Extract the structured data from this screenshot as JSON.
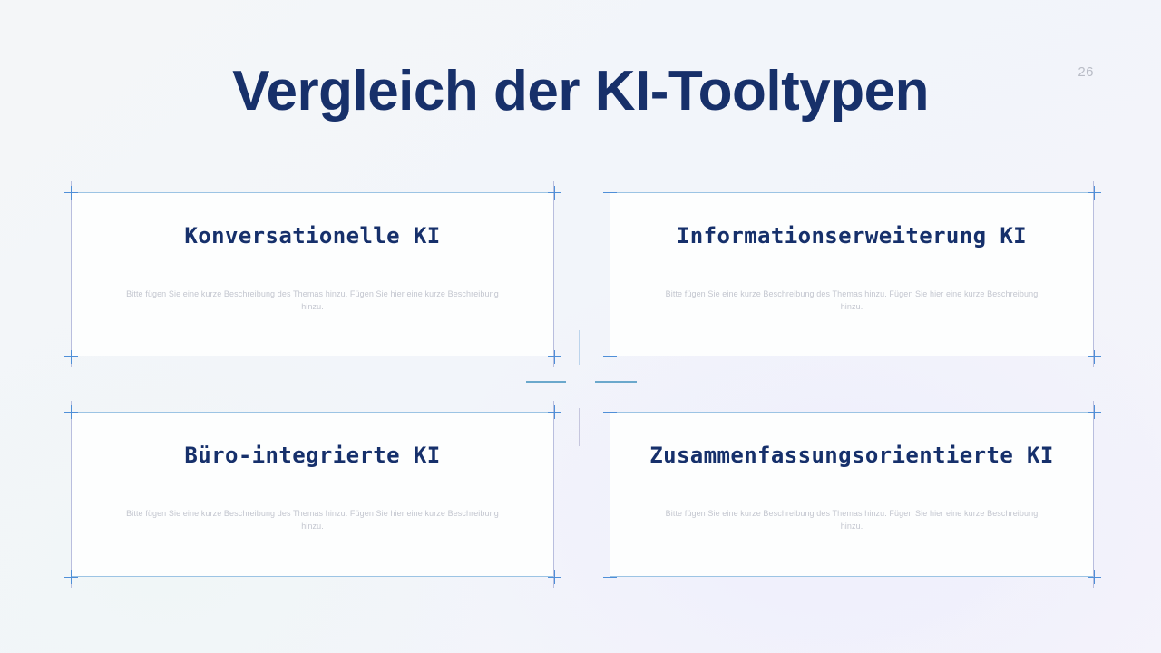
{
  "slide": {
    "title": "Vergleich der KI-Tooltypen",
    "page_number": "26",
    "title_color": "#17306b",
    "accent_color": "#4f8fd8",
    "background_color": "#f2f5f9"
  },
  "cards": [
    {
      "id": "card-1",
      "title": "Konversationelle KI",
      "description": "Bitte fügen Sie eine kurze Beschreibung des Themas hinzu. Fügen Sie hier eine kurze Beschreibung hinzu."
    },
    {
      "id": "card-2",
      "title": "Informationserweiterung KI",
      "description": "Bitte fügen Sie eine kurze Beschreibung des Themas hinzu. Fügen Sie hier eine kurze Beschreibung hinzu."
    },
    {
      "id": "card-3",
      "title": "Büro-integrierte KI",
      "description": "Bitte fügen Sie eine kurze Beschreibung des Themas hinzu. Fügen Sie hier eine kurze Beschreibung hinzu."
    },
    {
      "id": "card-4",
      "title": "Zusammenfassungsorientierte KI",
      "description": "Bitte fügen Sie eine kurze Beschreibung des Themas hinzu. Fügen Sie hier eine kurze Beschreibung hinzu."
    }
  ],
  "ornaments": {
    "corner_marker_icon": "crosshair-plus-icon",
    "center_divider_vertical_top": "vertical-rule",
    "center_divider_vertical_bottom": "vertical-rule",
    "center_divider_horizontal_left": "horizontal-rule",
    "center_divider_horizontal_right": "horizontal-rule"
  }
}
